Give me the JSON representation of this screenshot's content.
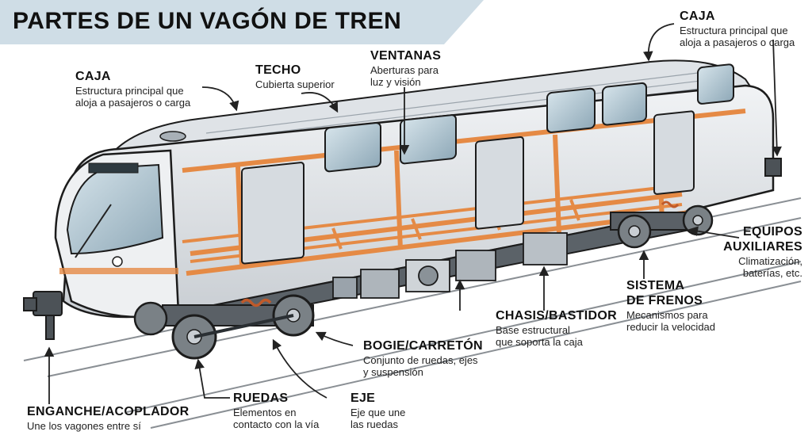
{
  "title": "PARTES DE UN VAGÓN DE TREN",
  "labels": {
    "caja_left": {
      "name": "CAJA",
      "desc1": "Estructura principal que",
      "desc2": "aloja a pasajeros o carga"
    },
    "caja_right": {
      "name": "CAJA",
      "desc1": "Estructura principal que",
      "desc2": "aloja a pasajeros o carga"
    },
    "techo": {
      "name": "TECHO",
      "desc1": "Cubierta superior"
    },
    "ventanas": {
      "name": "VENTANAS",
      "desc1": "Aberturas para",
      "desc2": "luz y visión"
    },
    "equipos": {
      "name1": "EQUIPOS",
      "name2": "AUXILIARES",
      "desc1": "Climatización,",
      "desc2": "baterías, etc."
    },
    "frenos": {
      "name1": "SISTEMA",
      "name2": "DE FRENOS",
      "desc1": "Mecanismos para",
      "desc2": "reducir la velocidad"
    },
    "chasis": {
      "name": "CHASIS/BASTIDOR",
      "desc1": "Base estructural",
      "desc2": "que soporta la caja"
    },
    "bogie": {
      "name": "BOGIE/CARRETÓN",
      "desc1": "Conjunto de ruedas, ejes",
      "desc2": "y suspensión"
    },
    "enganche": {
      "name": "ENGANCHE/ACOPLADOR",
      "desc1": "Une los vagones entre sí"
    },
    "ruedas": {
      "name": "RUEDAS",
      "desc1": "Elementos en",
      "desc2": "contacto con la vía"
    },
    "eje": {
      "name": "EJE",
      "desc1": "Eje que une",
      "desc2": "las ruedas"
    }
  },
  "colors": {
    "body": "#e4e7ea",
    "body_dark": "#9aa3ab",
    "glass": "#b8cbd6",
    "frame_orange": "#e58a45",
    "outline": "#1c1c1c",
    "title_band": "#cfdde6"
  }
}
